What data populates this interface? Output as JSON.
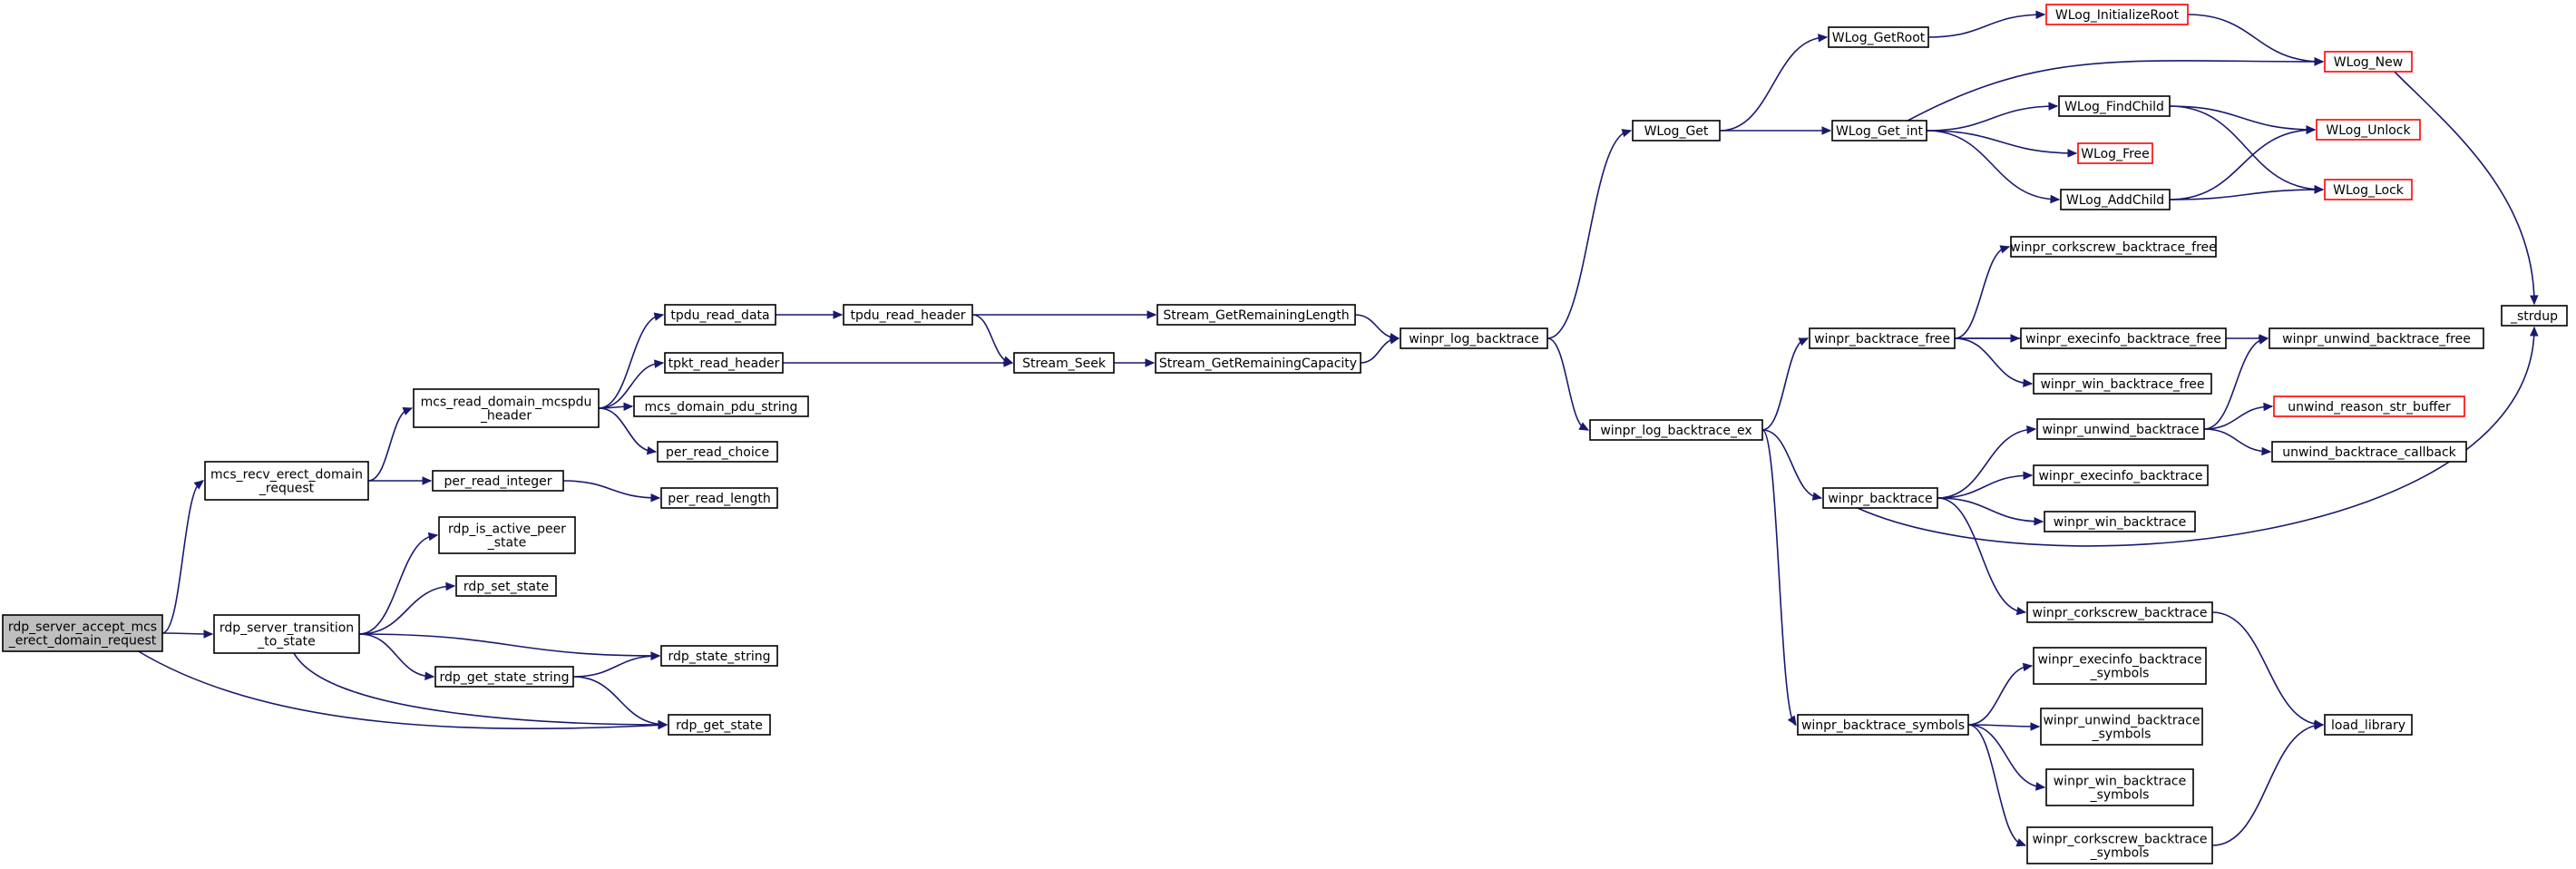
{
  "graph": {
    "colors": {
      "edge": "#191970",
      "node_border": "#000000",
      "node_border_external": "#ff0000",
      "root_fill": "#bfbfbf"
    },
    "nodes": [
      {
        "id": "root",
        "lines": [
          "rdp_server_accept_mcs",
          "_erect_domain_request"
        ],
        "style": "root"
      },
      {
        "id": "mcs_recv",
        "lines": [
          "mcs_recv_erect_domain",
          "_request"
        ]
      },
      {
        "id": "rdp_trans",
        "lines": [
          "rdp_server_transition",
          "_to_state"
        ]
      },
      {
        "id": "mcs_read",
        "lines": [
          "mcs_read_domain_mcspdu",
          "_header"
        ]
      },
      {
        "id": "per_int",
        "lines": [
          "per_read_integer"
        ]
      },
      {
        "id": "is_active",
        "lines": [
          "rdp_is_active_peer",
          "_state"
        ]
      },
      {
        "id": "set_state",
        "lines": [
          "rdp_set_state"
        ]
      },
      {
        "id": "get_state_str",
        "lines": [
          "rdp_get_state_string"
        ]
      },
      {
        "id": "tpdu_data",
        "lines": [
          "tpdu_read_data"
        ]
      },
      {
        "id": "tpkt",
        "lines": [
          "tpkt_read_header"
        ]
      },
      {
        "id": "mcs_pdu_str",
        "lines": [
          "mcs_domain_pdu_string"
        ]
      },
      {
        "id": "per_choice",
        "lines": [
          "per_read_choice"
        ]
      },
      {
        "id": "per_len",
        "lines": [
          "per_read_length"
        ]
      },
      {
        "id": "state_str",
        "lines": [
          "rdp_state_string"
        ]
      },
      {
        "id": "get_state",
        "lines": [
          "rdp_get_state"
        ]
      },
      {
        "id": "tpdu_hdr",
        "lines": [
          "tpdu_read_header"
        ]
      },
      {
        "id": "seek",
        "lines": [
          "Stream_Seek"
        ]
      },
      {
        "id": "rem_len",
        "lines": [
          "Stream_GetRemainingLength"
        ]
      },
      {
        "id": "rem_cap",
        "lines": [
          "Stream_GetRemainingCapacity"
        ]
      },
      {
        "id": "log_bt",
        "lines": [
          "winpr_log_backtrace"
        ]
      },
      {
        "id": "wlog_get",
        "lines": [
          "WLog_Get"
        ]
      },
      {
        "id": "log_bt_ex",
        "lines": [
          "winpr_log_backtrace_ex"
        ]
      },
      {
        "id": "getroot",
        "lines": [
          "WLog_GetRoot"
        ]
      },
      {
        "id": "get_int",
        "lines": [
          "WLog_Get_int"
        ]
      },
      {
        "id": "initroot",
        "lines": [
          "WLog_InitializeRoot"
        ],
        "style": "red"
      },
      {
        "id": "findchild",
        "lines": [
          "WLog_FindChild"
        ]
      },
      {
        "id": "wfree",
        "lines": [
          "WLog_Free"
        ],
        "style": "red"
      },
      {
        "id": "addchild",
        "lines": [
          "WLog_AddChild"
        ]
      },
      {
        "id": "wnew",
        "lines": [
          "WLog_New"
        ],
        "style": "red"
      },
      {
        "id": "unlock",
        "lines": [
          "WLog_Unlock"
        ],
        "style": "red"
      },
      {
        "id": "lock",
        "lines": [
          "WLog_Lock"
        ],
        "style": "red"
      },
      {
        "id": "bt_free",
        "lines": [
          "winpr_backtrace_free"
        ]
      },
      {
        "id": "bt",
        "lines": [
          "winpr_backtrace"
        ]
      },
      {
        "id": "bt_sym",
        "lines": [
          "winpr_backtrace_symbols"
        ]
      },
      {
        "id": "cs_free",
        "lines": [
          "winpr_corkscrew_backtrace_free"
        ]
      },
      {
        "id": "ex_free",
        "lines": [
          "winpr_execinfo_backtrace_free"
        ]
      },
      {
        "id": "win_free",
        "lines": [
          "winpr_win_backtrace_free"
        ]
      },
      {
        "id": "uw_free",
        "lines": [
          "winpr_unwind_backtrace_free"
        ]
      },
      {
        "id": "uw_bt",
        "lines": [
          "winpr_unwind_backtrace"
        ]
      },
      {
        "id": "ex_bt",
        "lines": [
          "winpr_execinfo_backtrace"
        ]
      },
      {
        "id": "win_bt",
        "lines": [
          "winpr_win_backtrace"
        ]
      },
      {
        "id": "cs_bt",
        "lines": [
          "winpr_corkscrew_backtrace"
        ]
      },
      {
        "id": "ex_sym",
        "lines": [
          "winpr_execinfo_backtrace",
          "_symbols"
        ]
      },
      {
        "id": "uw_sym",
        "lines": [
          "winpr_unwind_backtrace",
          "_symbols"
        ]
      },
      {
        "id": "win_sym",
        "lines": [
          "winpr_win_backtrace",
          "_symbols"
        ]
      },
      {
        "id": "cs_sym",
        "lines": [
          "winpr_corkscrew_backtrace",
          "_symbols"
        ]
      },
      {
        "id": "strdup",
        "lines": [
          "_strdup"
        ]
      },
      {
        "id": "uw_reason",
        "lines": [
          "unwind_reason_str_buffer"
        ],
        "style": "red"
      },
      {
        "id": "uw_cb",
        "lines": [
          "unwind_backtrace_callback"
        ]
      },
      {
        "id": "load_lib",
        "lines": [
          "load_library"
        ]
      }
    ],
    "edges": [
      [
        "root",
        "mcs_recv"
      ],
      [
        "root",
        "rdp_trans"
      ],
      [
        "root",
        "get_state"
      ],
      [
        "mcs_recv",
        "mcs_read"
      ],
      [
        "mcs_recv",
        "per_int"
      ],
      [
        "rdp_trans",
        "is_active"
      ],
      [
        "rdp_trans",
        "set_state"
      ],
      [
        "rdp_trans",
        "state_str"
      ],
      [
        "rdp_trans",
        "get_state_str"
      ],
      [
        "rdp_trans",
        "get_state"
      ],
      [
        "mcs_read",
        "tpdu_data"
      ],
      [
        "mcs_read",
        "tpkt"
      ],
      [
        "mcs_read",
        "mcs_pdu_str"
      ],
      [
        "mcs_read",
        "per_choice"
      ],
      [
        "per_int",
        "per_len"
      ],
      [
        "get_state_str",
        "state_str"
      ],
      [
        "get_state_str",
        "get_state"
      ],
      [
        "tpdu_data",
        "tpdu_hdr"
      ],
      [
        "tpdu_hdr",
        "rem_len"
      ],
      [
        "tpdu_hdr",
        "seek"
      ],
      [
        "tpkt",
        "seek"
      ],
      [
        "seek",
        "rem_cap"
      ],
      [
        "rem_len",
        "log_bt"
      ],
      [
        "rem_cap",
        "log_bt"
      ],
      [
        "log_bt",
        "wlog_get"
      ],
      [
        "log_bt",
        "log_bt_ex"
      ],
      [
        "wlog_get",
        "getroot"
      ],
      [
        "wlog_get",
        "get_int"
      ],
      [
        "getroot",
        "initroot"
      ],
      [
        "initroot",
        "wnew"
      ],
      [
        "get_int",
        "wnew"
      ],
      [
        "get_int",
        "findchild"
      ],
      [
        "get_int",
        "wfree"
      ],
      [
        "get_int",
        "addchild"
      ],
      [
        "findchild",
        "unlock"
      ],
      [
        "findchild",
        "lock"
      ],
      [
        "addchild",
        "unlock"
      ],
      [
        "addchild",
        "lock"
      ],
      [
        "wnew",
        "strdup"
      ],
      [
        "log_bt_ex",
        "bt_free"
      ],
      [
        "log_bt_ex",
        "bt"
      ],
      [
        "log_bt_ex",
        "bt_sym"
      ],
      [
        "bt_free",
        "cs_free"
      ],
      [
        "bt_free",
        "ex_free"
      ],
      [
        "bt_free",
        "win_free"
      ],
      [
        "bt_free",
        "uw_free"
      ],
      [
        "bt",
        "uw_bt"
      ],
      [
        "bt",
        "ex_bt"
      ],
      [
        "bt",
        "win_bt"
      ],
      [
        "bt",
        "cs_bt"
      ],
      [
        "bt",
        "strdup"
      ],
      [
        "uw_bt",
        "uw_free"
      ],
      [
        "uw_bt",
        "uw_reason"
      ],
      [
        "uw_bt",
        "uw_cb"
      ],
      [
        "cs_bt",
        "load_lib"
      ],
      [
        "bt_sym",
        "ex_sym"
      ],
      [
        "bt_sym",
        "uw_sym"
      ],
      [
        "bt_sym",
        "win_sym"
      ],
      [
        "bt_sym",
        "cs_sym"
      ],
      [
        "cs_sym",
        "load_lib"
      ]
    ]
  }
}
